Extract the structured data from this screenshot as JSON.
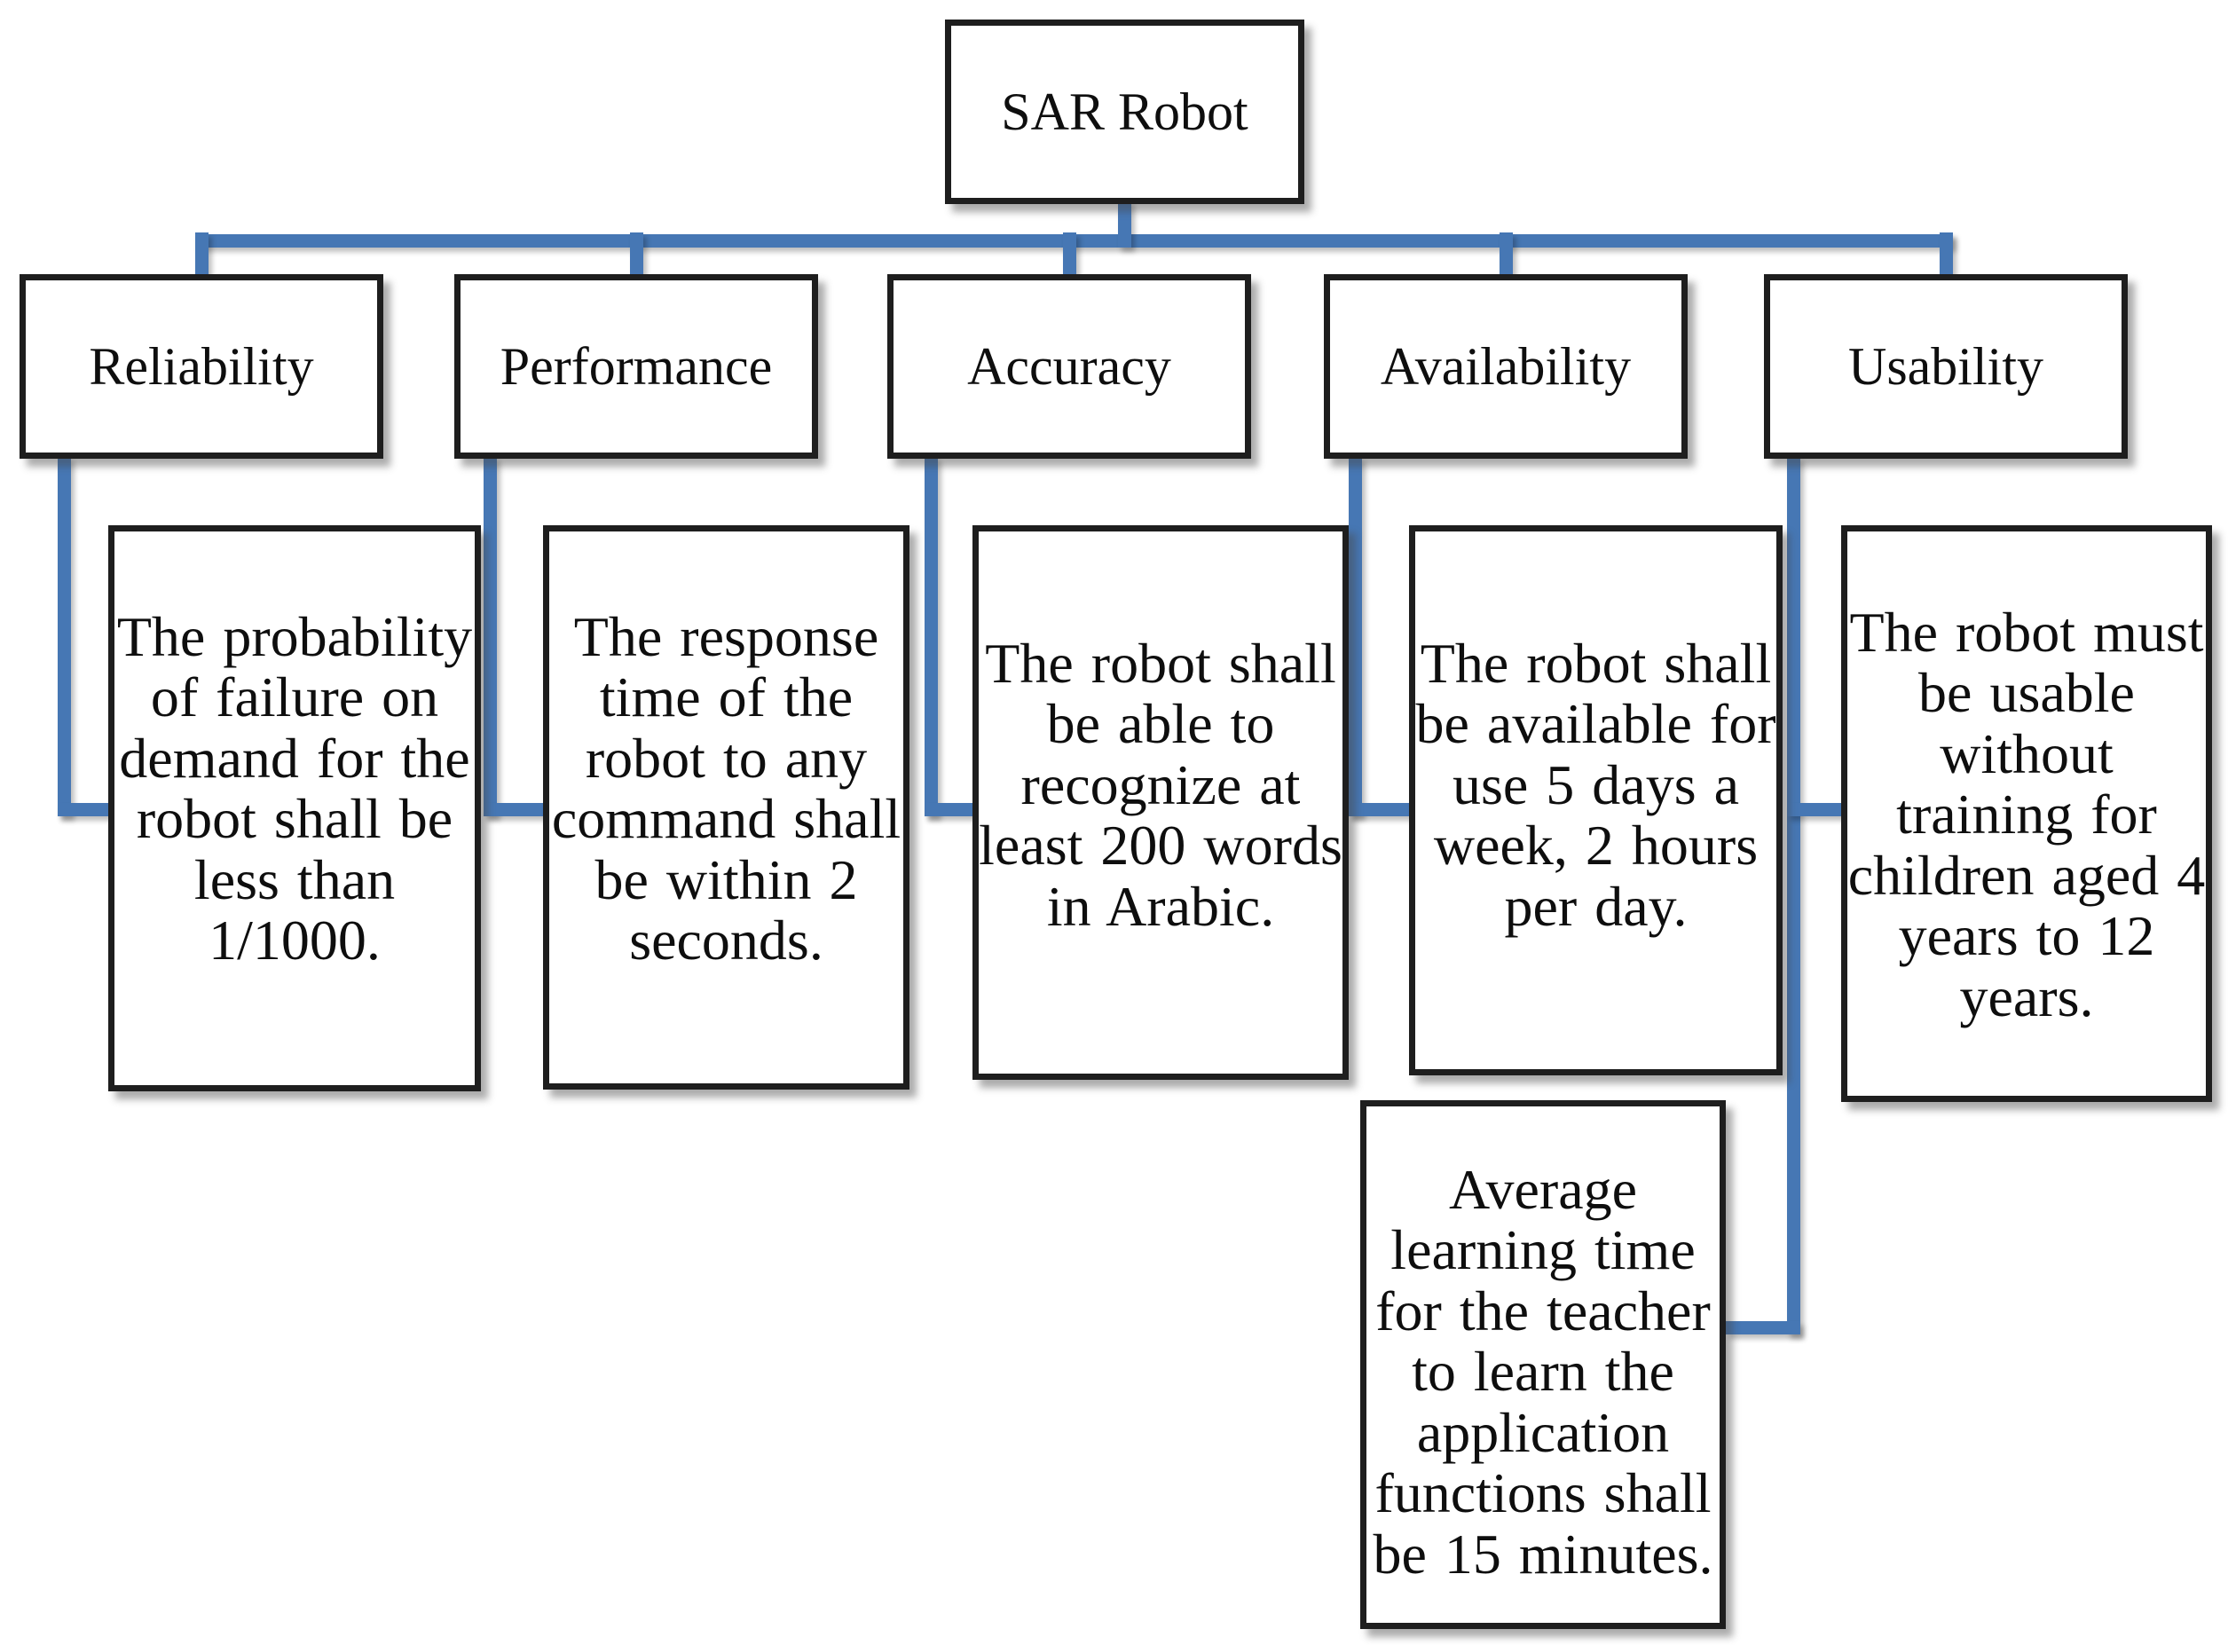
{
  "diagram": {
    "root_label": "SAR Robot",
    "connector_color": "#4677B4",
    "border_color": "#1e1e1e",
    "background_color": "#ffffff",
    "categories": [
      {
        "label": "Reliability",
        "description": "The probability of failure on demand for the robot shall be less than 1/1000."
      },
      {
        "label": "Performance",
        "description": "The response time of the robot to any command shall be within 2 seconds."
      },
      {
        "label": "Accuracy",
        "description": "The robot shall be able to recognize at least 200 words in Arabic."
      },
      {
        "label": "Availability",
        "description": "The robot shall be available for use 5 days a week, 2 hours per day."
      },
      {
        "label": "Usability",
        "description": "The robot must be usable without training for children aged 4 years to 12 years.",
        "secondary_description": "Average learning time for the teacher to learn the application functions shall be 15 minutes."
      }
    ]
  }
}
